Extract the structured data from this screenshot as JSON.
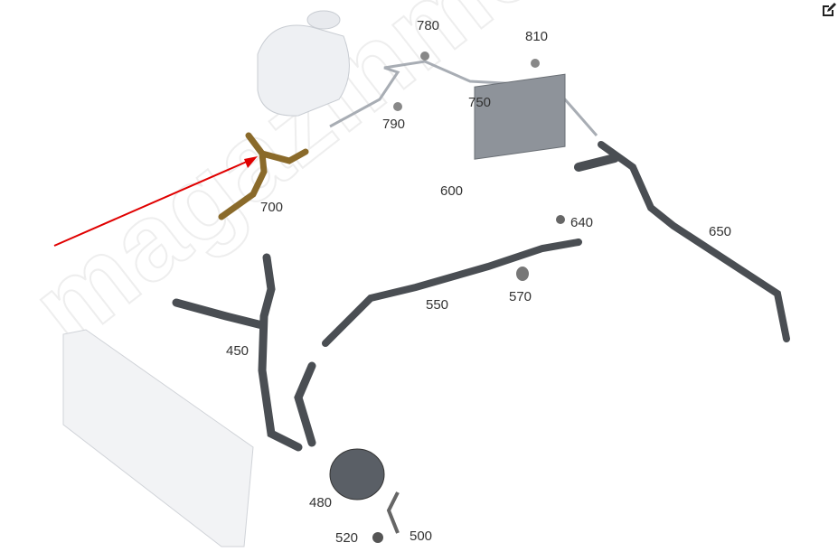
{
  "watermark": "magazinmercedes.ru",
  "edit_icon": "edit-icon",
  "callouts": [
    {
      "id": "780",
      "label": "780"
    },
    {
      "id": "810",
      "label": "810"
    },
    {
      "id": "750",
      "label": "750"
    },
    {
      "id": "790",
      "label": "790"
    },
    {
      "id": "600",
      "label": "600"
    },
    {
      "id": "640",
      "label": "640"
    },
    {
      "id": "650",
      "label": "650"
    },
    {
      "id": "700",
      "label": "700"
    },
    {
      "id": "550",
      "label": "550"
    },
    {
      "id": "570",
      "label": "570"
    },
    {
      "id": "450",
      "label": "450"
    },
    {
      "id": "480",
      "label": "480"
    },
    {
      "id": "520",
      "label": "520"
    },
    {
      "id": "500",
      "label": "500"
    }
  ],
  "colors": {
    "highlight": "#8a6a2a",
    "arrow": "#e00000",
    "hose": "#4a4e53"
  }
}
